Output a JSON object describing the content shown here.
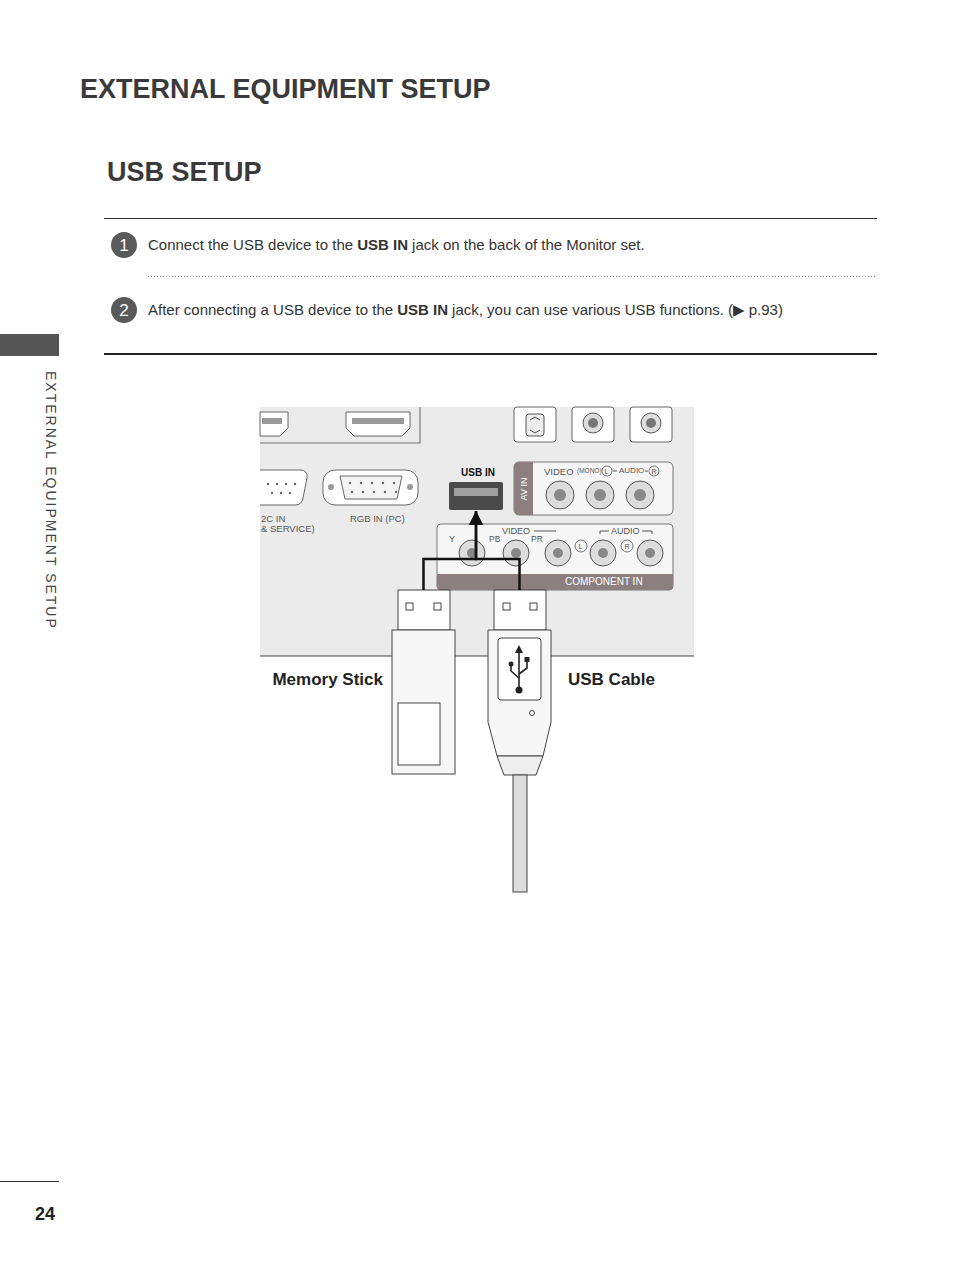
{
  "diagram": {
    "title": "EXTERNAL EQUIPMENT SETUP",
    "nodes": [
      {
        "text": [
          "1"
        ]
      },
      {
        "text": [
          "2"
        ]
      },
      {
        "text": [
          "USB IN"
        ]
      },
      {
        "text": [
          "AV IN"
        ]
      },
      {
        "text": [
          "COMPONENT IN"
        ]
      },
      {
        "text": [
          "Memory Stick"
        ]
      },
      {
        "text": [
          "USB Cable"
        ]
      }
    ],
    "edges": [
      {
        "from": 5,
        "to": 2,
        "arrow": "to"
      },
      {
        "from": 6,
        "to": 2,
        "arrow": "to"
      }
    ],
    "labels": [
      "USB SETUP",
      "Connect the USB device to the",
      "USB IN",
      "jack on the back of the Monitor set.",
      "After connecting a USB device to the",
      "USB IN",
      "jack, you can use various USB functions. (▶ p.93)",
      "EXTERNAL EQUIPMENT SETUP",
      "24",
      "2C IN",
      "& SERVICE)",
      "RGB IN (PC)",
      "VIDEO",
      "(MONO)",
      "L",
      "AUDIO",
      "R",
      "Y",
      "PB",
      "VIDEO",
      "PR",
      "L",
      "AUDIO",
      "R"
    ]
  }
}
